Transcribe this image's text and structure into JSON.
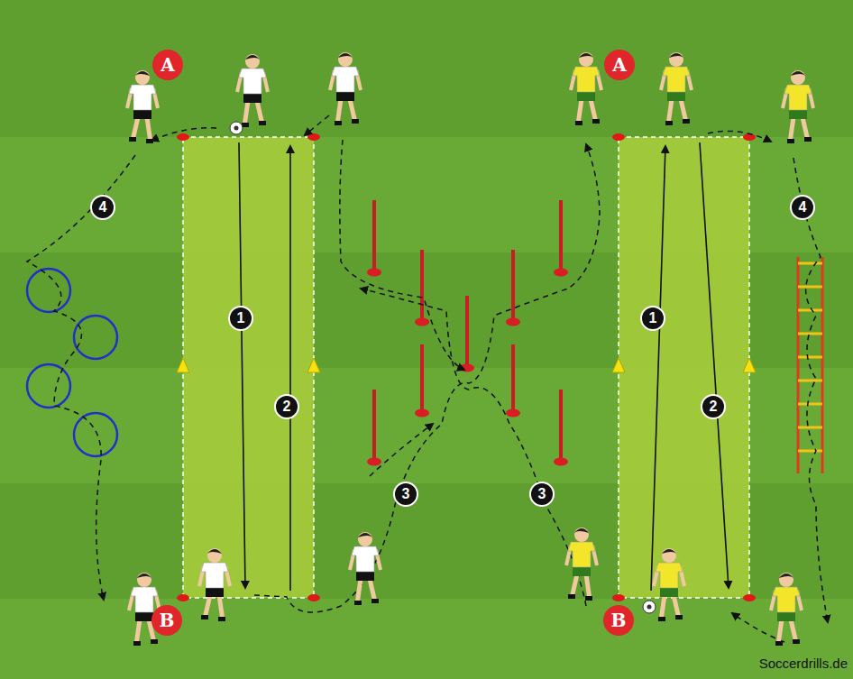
{
  "diagram": {
    "labels": [
      "A",
      "A",
      "4",
      "4",
      "1",
      "1",
      "2",
      "2",
      "3",
      "3",
      "B",
      "B",
      "Soccerdrills.de"
    ]
  }
}
